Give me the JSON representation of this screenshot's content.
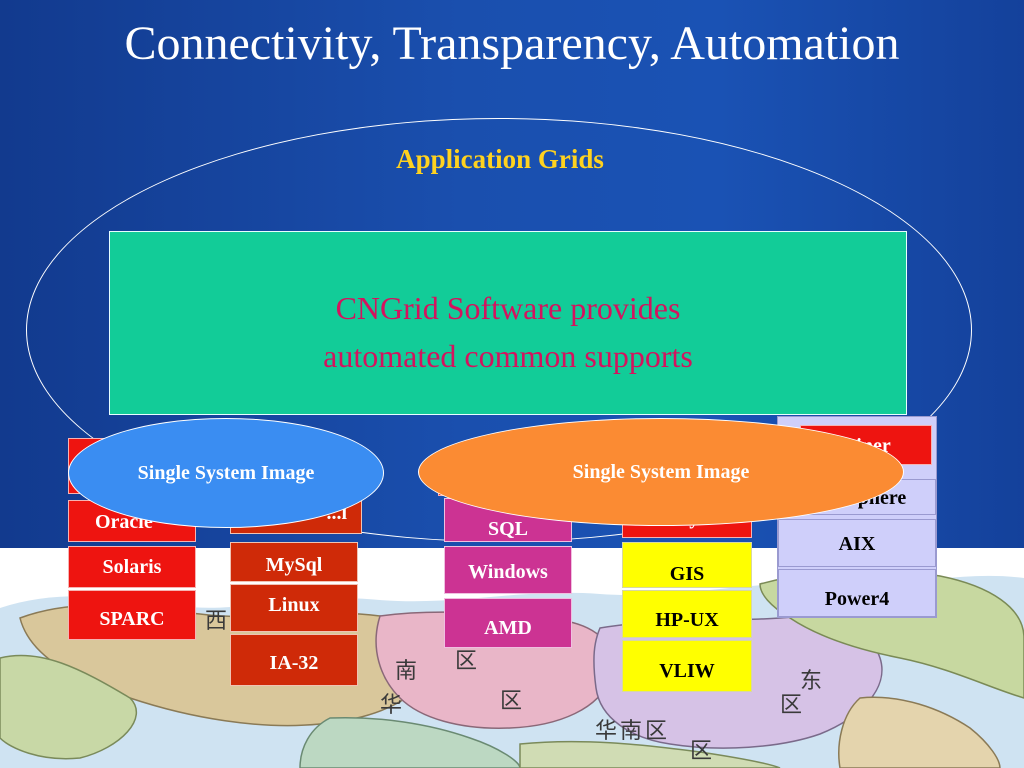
{
  "slide": {
    "title": "Connectivity, Transparency, Automation",
    "application_grids": "Application Grids",
    "cngrid_line1": "CNGrid Software provides",
    "cngrid_line2": "automated common supports",
    "single_system_image_left": "Single System Image",
    "single_system_image_right": "Single System Image"
  },
  "stacks": {
    "col1": [
      "Oracle",
      "Solaris",
      "SPARC"
    ],
    "col2": [
      "...l",
      "MySql",
      "Linux",
      "IA-32"
    ],
    "col3": [
      "SQL",
      "Windows",
      "AMD"
    ],
    "col4": [
      "Analyzer",
      "GIS",
      "HP-UX",
      "VLIW"
    ],
    "col5": [
      "...iner",
      "WebSphere",
      "AIX",
      "Power4"
    ]
  },
  "map": {
    "region_labels": [
      "西",
      "区",
      "区",
      "华",
      "南",
      "区",
      "东",
      "区",
      "华",
      "南",
      "区"
    ]
  },
  "colors": {
    "background_blue": "#1a4fae",
    "green_box": "#12cc98",
    "pink_text": "#d4135e",
    "title_yellow": "#ffd21f",
    "oval_blue": "#3a8df2",
    "oval_orange": "#fb8b33"
  }
}
